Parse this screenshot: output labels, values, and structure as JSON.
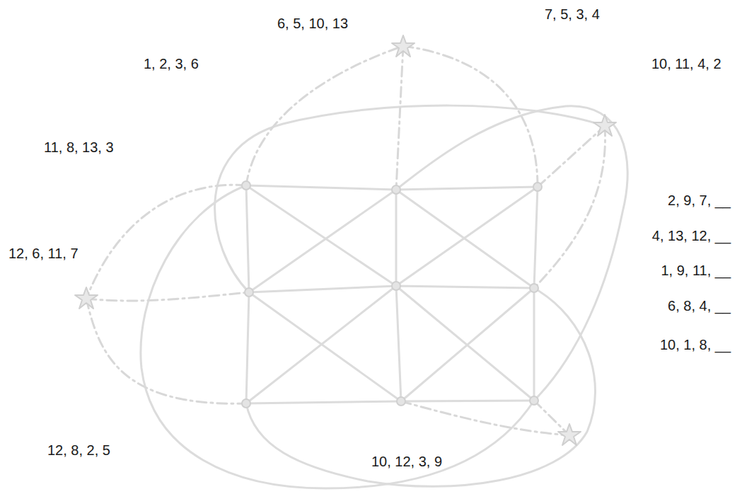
{
  "diagram": {
    "labels": [
      "7, 5, 3, 4",
      "6, 5, 10, 13",
      "1, 2, 3, 6",
      "10, 11, 4, 2",
      "11, 8, 13, 3",
      "2, 9, 7, __",
      "4, 13, 12, __",
      "12, 6, 11, 7",
      "1, 9, 11, __",
      "6, 8, 4, __",
      "10, 1, 8, __",
      "12, 8, 2, 5",
      "10, 12, 3, 9"
    ]
  }
}
